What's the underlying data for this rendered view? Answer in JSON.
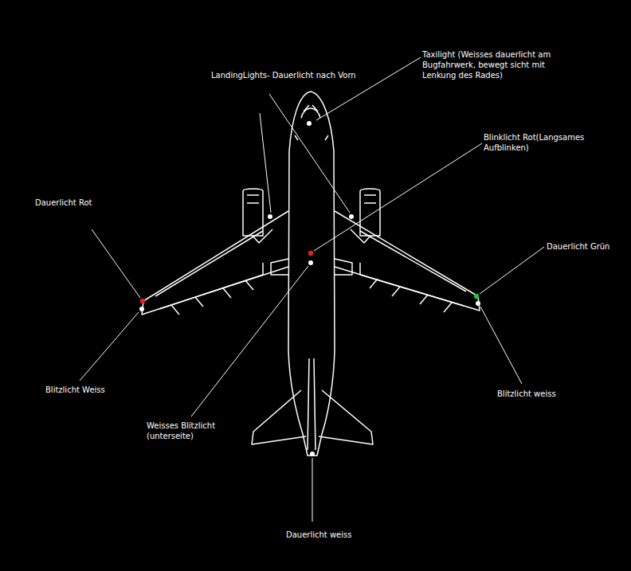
{
  "diagram": {
    "labels": [
      "Taxilight (Weisses dauerlicht am Bugfahrwerk, bewegt sicht mit Lenkung des Rades)",
      "LandingLights- Dauerlicht nach Vorn",
      "Blinklicht Rot(Langsames Aufblinken)",
      "Dauerlicht Rot",
      "Dauerlicht Grün",
      "Blitzlicht Weiss",
      "Blitzlicht weiss",
      "Weisses Blitzlicht (unterseite)",
      "Dauerlicht weiss"
    ]
  }
}
